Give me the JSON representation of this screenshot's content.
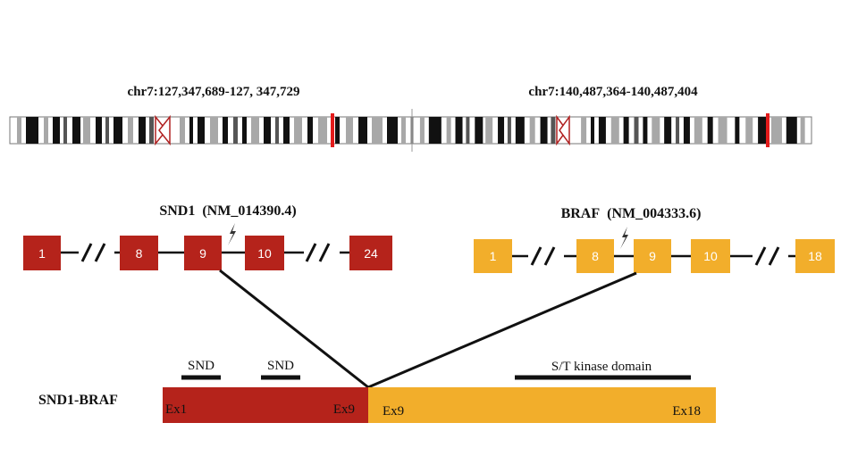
{
  "chromosome": {
    "left_coord": "chr7:127,347,689-127, 347,729",
    "right_coord": "chr7:140,487,364-140,487,404",
    "band_color": "#111111",
    "marker_color": "#e31b1b"
  },
  "snd1": {
    "title": "SND1  (NM_014390.4)",
    "color": "#b5231b",
    "exons": [
      "1",
      "8",
      "9",
      "10",
      "24"
    ]
  },
  "braf": {
    "title": "BRAF  (NM_004333.6)",
    "color": "#f2ae2b",
    "exons": [
      "1",
      "8",
      "9",
      "10",
      "18"
    ]
  },
  "fusion": {
    "name": "SND1-BRAF",
    "snd1_start": "Ex1",
    "snd1_end": "Ex9",
    "braf_start": "Ex9",
    "braf_end": "Ex18",
    "domain_snd_a": "SND",
    "domain_snd_b": "SND",
    "domain_kinase": "S/T kinase domain"
  },
  "icons": {
    "breakpoint": "lightning-bolt-icon"
  }
}
